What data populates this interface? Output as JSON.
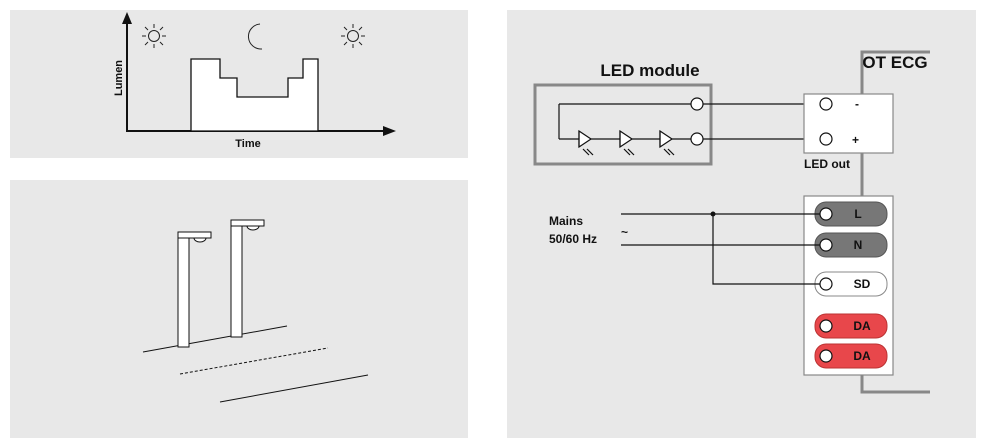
{
  "lumen_chart": {
    "y_label": "Lumen",
    "x_label": "Time",
    "icons": [
      "sun-icon",
      "moon-icon",
      "sun-icon"
    ]
  },
  "wiring": {
    "led_module_label": "LED module",
    "ecg_label": "OT ECG",
    "led_out_label": "LED out",
    "minus_label": "-",
    "plus_label": "+",
    "mains_label": "Mains",
    "mains_freq_label": "50/60 Hz",
    "ac_symbol": "~",
    "terminals": [
      {
        "label": "L",
        "color": "#777777"
      },
      {
        "label": "N",
        "color": "#777777"
      },
      {
        "label": "SD",
        "color": "#ffffff"
      },
      {
        "label": "DA",
        "color": "#e8474b"
      },
      {
        "label": "DA",
        "color": "#e8474b"
      }
    ]
  }
}
